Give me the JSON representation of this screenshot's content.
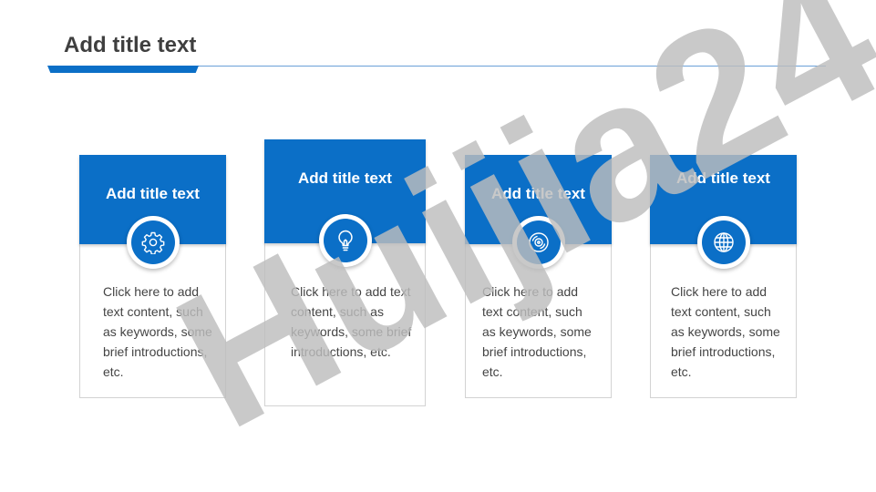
{
  "slide": {
    "title": "Add title text",
    "cards": [
      {
        "title": "Add title text",
        "icon": "gear-icon",
        "body": "Click here to add text content, such as keywords, some brief introductions, etc."
      },
      {
        "title": "Add title text",
        "icon": "lightbulb-icon",
        "body": "Click here to add text content, such as keywords, some brief introductions, etc."
      },
      {
        "title": "Add title text",
        "icon": "disc-icon",
        "body": "Click here to add text content, such as keywords, some brief introductions, etc."
      },
      {
        "title": "Add title text",
        "icon": "globe-icon",
        "body": "Click here to add text content, such as keywords, some brief introductions, etc."
      }
    ]
  },
  "watermark": {
    "text": "Huijia24"
  },
  "colors": {
    "accent": "#0b6fc7",
    "title": "#3f3f3f",
    "body_text": "#444444",
    "card_border": "#d3d3d3",
    "watermark_gray": "#bdbdbd",
    "watermark_purple": "#d9c8fb"
  }
}
